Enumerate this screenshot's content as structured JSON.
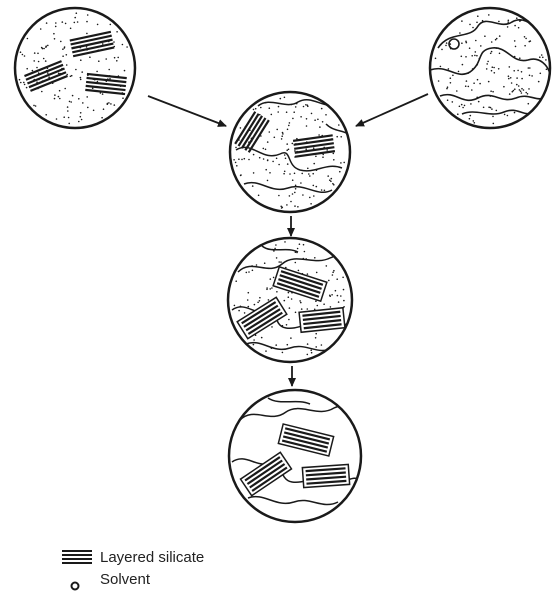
{
  "legend": {
    "items": [
      {
        "symbol": "layered-silicate",
        "label": "Layered silicate"
      },
      {
        "symbol": "solvent",
        "label": "Solvent"
      }
    ]
  },
  "diagram": {
    "nodes": [
      {
        "id": "silicate-in-solvent",
        "contents": [
          "layered-silicate",
          "solvent"
        ]
      },
      {
        "id": "polymer-in-solvent",
        "contents": [
          "polymer-chains",
          "solvent"
        ]
      },
      {
        "id": "mixed-dispersion",
        "contents": [
          "layered-silicate",
          "polymer-chains",
          "solvent"
        ]
      },
      {
        "id": "intercalated-stage",
        "contents": [
          "layered-silicate",
          "polymer-chains",
          "solvent"
        ]
      },
      {
        "id": "final-nanocomposite",
        "contents": [
          "layered-silicate",
          "polymer-chains"
        ]
      }
    ],
    "edges": [
      {
        "from": "silicate-in-solvent",
        "to": "mixed-dispersion"
      },
      {
        "from": "polymer-in-solvent",
        "to": "mixed-dispersion"
      },
      {
        "from": "mixed-dispersion",
        "to": "intercalated-stage"
      },
      {
        "from": "intercalated-stage",
        "to": "final-nanocomposite"
      }
    ]
  },
  "colors": {
    "ink": "#1a1a1a",
    "background": "#ffffff"
  }
}
